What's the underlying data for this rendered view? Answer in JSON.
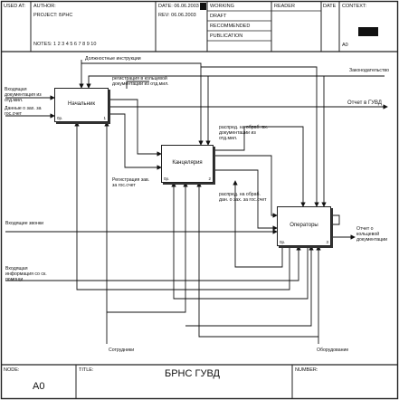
{
  "header": {
    "used_at": "USED AT:",
    "author": "AUTHOR:",
    "project": "PROJECT:  БРНС",
    "notes": "NOTES:  1 2 3 4 5 6 7 8 9 10",
    "date": "DATE: 06.06.2003",
    "rev": "REV:   06.06.2003",
    "working": "WORKING",
    "draft": "DRAFT",
    "recommended": "RECOMMENDED",
    "publication": "PUBLICATION",
    "reader": "READER",
    "reader_date": "DATE",
    "context": "CONTEXT:",
    "context_code": "A0"
  },
  "diagram": {
    "boxes": [
      {
        "title": "Начальник",
        "op": "0р.",
        "no": "1"
      },
      {
        "title": "Канцелярия",
        "op": "0р.",
        "no": "2"
      },
      {
        "title": "Операторы",
        "op": "0р.",
        "no": "3"
      }
    ],
    "labels": {
      "instructions": "Должностные инструкции",
      "law": "Законодательство",
      "docs_in": "Входящая документация из отд.мил.",
      "reg_ring_top": "регистрация в кольцевой документации из отд.мил.",
      "orders_pay": "Данные о зах. за гос.счет",
      "report_guvd": "Отчет в ГУВД",
      "distr_docs": "распред. на обраб. вх. документации из отд.мил.",
      "reg_pay": "Регистрация зав. за гос.счет",
      "distr_pay": "распред. на обраб. дан. о зах. за гос.счет",
      "calls": "Входящие звонки",
      "report_ring": "Отчет о кольцевой документации",
      "info_help": "Входящая информация со ск. помощи",
      "staff": "Сотрудники",
      "equipment": "Оборудование"
    }
  },
  "footer": {
    "node_label": "NODE:",
    "node_value": "A0",
    "title_label": "TITLE:",
    "title_value": "БРНС ГУВД",
    "number_label": "NUMBER:"
  }
}
